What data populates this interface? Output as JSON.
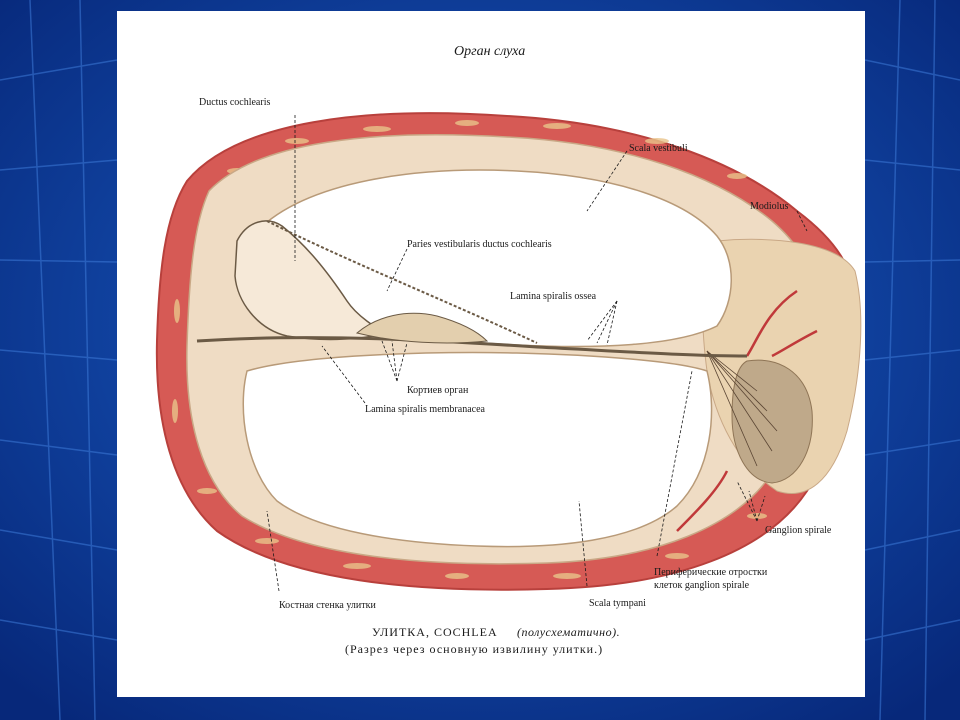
{
  "title": "Орган слуха",
  "labels": {
    "ductus_cochlearis": "Ductus cochlearis",
    "scala_vestibuli": "Scala vestibuli",
    "modiolus": "Modiolus",
    "paries_vestibularis": "Paries vestibularis ductus cochlearis",
    "lamina_spiralis_ossea": "Lamina spiralis ossea",
    "kortiev_organ": "Кортиев орган",
    "lamina_spiralis_membranacea": "Lamina spiralis membranacea",
    "ganglion_spirale": "Ganglion spirale",
    "periph_line1": "Периферические отростки",
    "periph_line2": "клеток ganglion spirale",
    "scala_tympani": "Scala tympani",
    "kostnaya_stenka": "Костная стенка улитки"
  },
  "caption": {
    "line1_main": "УЛИТКА, COCHLEA",
    "line1_note": "(полусхематично).",
    "line2": "(Разрез через основную извилину улитки.)"
  },
  "colors": {
    "background": "#0b3a93",
    "bone_wall": "#d65a55",
    "tissue": "#efdcc4",
    "plate": "#ffffff"
  }
}
